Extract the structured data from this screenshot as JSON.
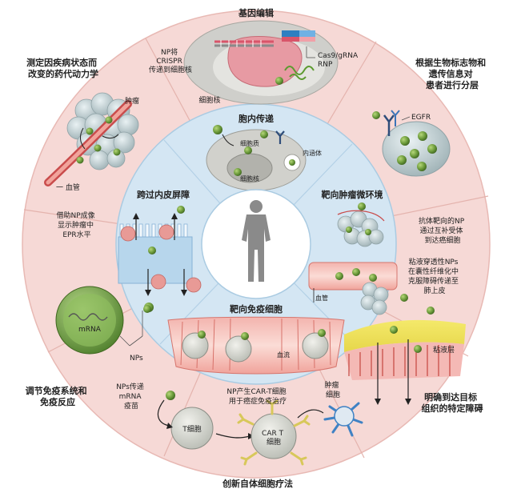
{
  "outer": {
    "top": "基因编辑",
    "bottom": "创新自体细胞疗法",
    "top_left": [
      "测定因疾病状态而",
      "改变的药代动力学"
    ],
    "top_right": [
      "根据生物标志物和",
      "遗传信息对",
      "患者进行分层"
    ],
    "bottom_left": [
      "调节免疫系统和",
      "免疫反应"
    ],
    "bottom_right": [
      "明确到达目标",
      "组织的特定障碍"
    ]
  },
  "inner": {
    "top": "胞内传递",
    "left": "跨过内皮屏障",
    "right": "靶向肿瘤微环境",
    "bottom": "靶向免疫细胞"
  },
  "labels": {
    "np_crispr": [
      "NP将",
      "CRISPR",
      "传递到细胞核"
    ],
    "nucleus_outer": "细胞核",
    "cas9": [
      "Cas9/gRNA",
      "RNP"
    ],
    "tumor": "肿瘤",
    "vessel": "一 血管",
    "np_imaging": [
      "借助NP成像",
      "显示肿瘤中",
      "EPR水平"
    ],
    "egfr": "EGFR",
    "antibody_np": [
      "抗体靶向的NP",
      "通过互补受体",
      "到达癌细胞"
    ],
    "mucus_np": [
      "粘液穿透性NPs",
      "在囊性纤维化中",
      "克服障碍传递至",
      "肺上皮"
    ],
    "mucus_layer": "粘液层",
    "cytoplasm": "细胞质",
    "endosome": "内涵体",
    "nucleus_inner": "细胞核",
    "vessel_inner": "血管",
    "blood_flow": "血流",
    "mrna": "mRNA",
    "nps": "NPs",
    "np_vaccine": [
      "NPs传递",
      "mRNA",
      "疫苗"
    ],
    "car_np": [
      "NP产生CAR-T细胞",
      "用于癌症免疫治疗"
    ],
    "tumor_cell": [
      "肿瘤",
      "细胞"
    ],
    "t_cell": "T细胞",
    "car_t": [
      "CAR T",
      "细胞"
    ]
  },
  "colors": {
    "outer_ring": "#f6d9d6",
    "inner_ring": "#d4e6f3",
    "np_green": "#6b9a3a",
    "accent_red": "#d95f5f"
  }
}
